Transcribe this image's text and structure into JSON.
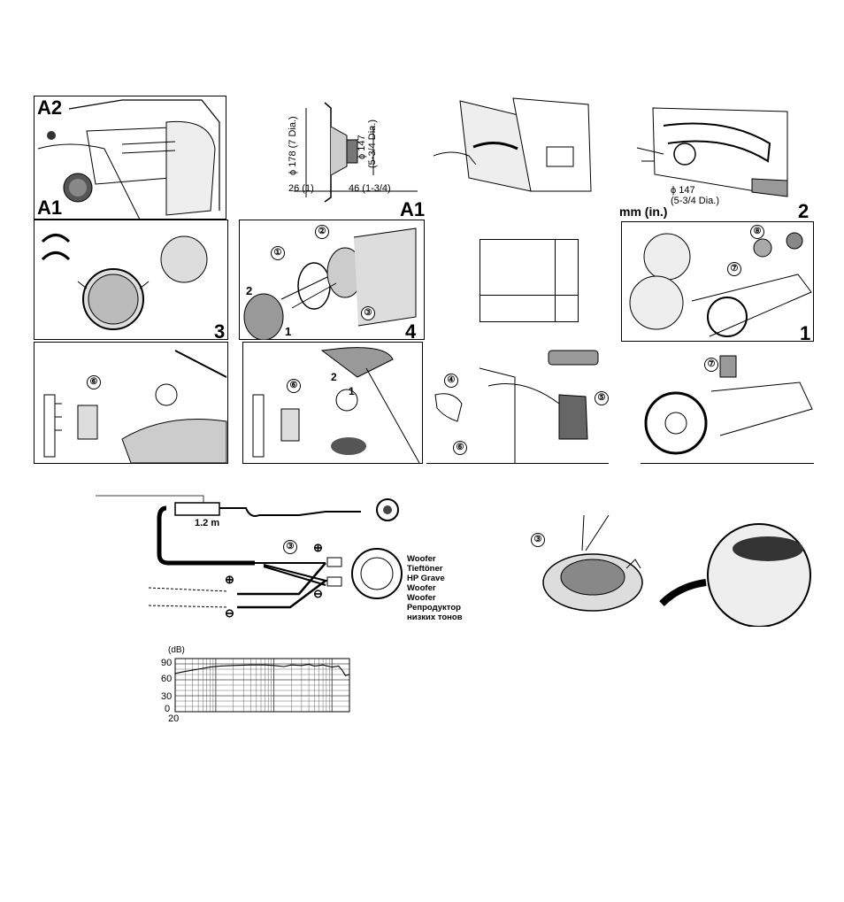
{
  "panels": {
    "a2": "A2",
    "a1": "A1",
    "a1_dim": "A1",
    "p2": "2",
    "p1": "1",
    "p3": "3",
    "p4": "4",
    "units": "mm (in.)"
  },
  "dimensions": {
    "dia178": "ϕ 178 (7 Dia.)",
    "dia147": "ϕ 147",
    "dia147_in": "(5-3/4 Dia.)",
    "d26": "26 (1)",
    "d46": "46 (1-3/4)",
    "cut_dia": "ϕ 147",
    "cut_dia_in": "(5-3/4 Dia.)"
  },
  "markers": {
    "m1": "①",
    "m2": "②",
    "m3": "③",
    "m4": "④",
    "m5": "⑤",
    "m6": "⑥",
    "m7": "⑦",
    "m8": "⑧",
    "arrow1": "1",
    "arrow2": "2",
    "step2b": "2",
    "step1b": "1"
  },
  "wiring": {
    "cable_length": "1.2 m",
    "legend": [
      "Woofer",
      "Tieftöner",
      "HP Grave",
      "Woofer",
      "Woofer",
      "Репродуктор",
      "низких тонов"
    ],
    "plus": "⊕",
    "minus": "⊖"
  },
  "chart_data": {
    "type": "line",
    "title": "",
    "ylabel": "(dB)",
    "yticks": [
      "90",
      "60",
      "30",
      "0"
    ],
    "xtick_first": "20",
    "ylim": [
      0,
      100
    ],
    "xlim": [
      20,
      20000
    ],
    "x": [
      20,
      30,
      50,
      80,
      120,
      200,
      400,
      700,
      1000,
      1500,
      2000,
      3000,
      4000,
      5000,
      7000,
      10000,
      13000,
      15000,
      17000,
      20000
    ],
    "values": [
      72,
      76,
      80,
      84,
      86,
      87,
      88,
      88,
      87,
      85,
      88,
      87,
      89,
      86,
      88,
      84,
      86,
      78,
      68,
      70
    ],
    "grid": true
  }
}
